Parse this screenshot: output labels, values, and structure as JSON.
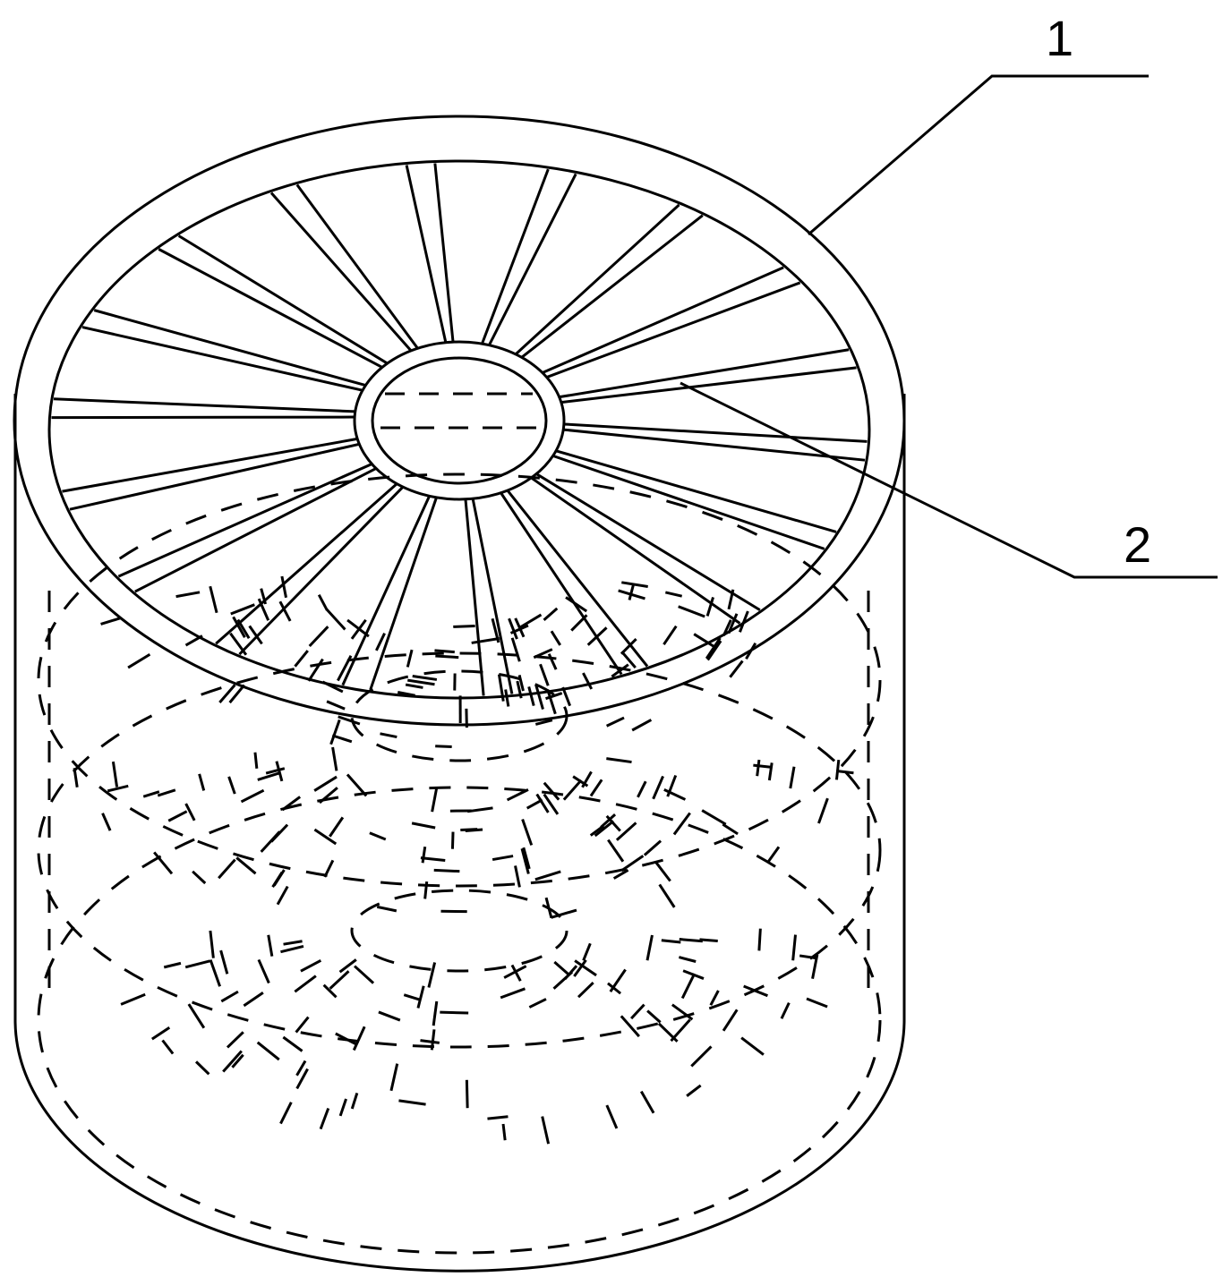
{
  "labels": [
    {
      "id": "part-1",
      "text": "1"
    },
    {
      "id": "part-2",
      "text": "2"
    }
  ],
  "colors": {
    "line": "#000000",
    "background": "#ffffff"
  },
  "structure": {
    "spoke_count": 18,
    "hidden_rings": 3
  }
}
